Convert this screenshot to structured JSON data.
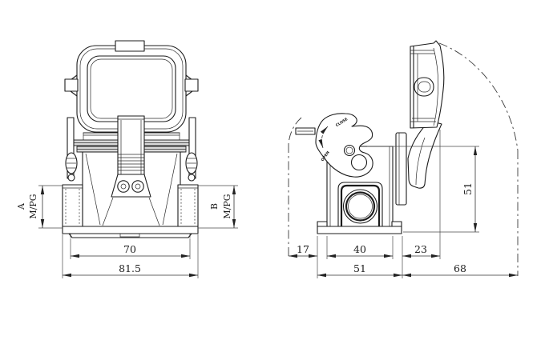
{
  "drawing": {
    "background": "#ffffff",
    "line_color": "#1c1c1c"
  },
  "front_view": {
    "entry_a": {
      "label": "A",
      "thread": "M/PG"
    },
    "entry_b": {
      "label": "B",
      "thread": "M/PG"
    },
    "dims": {
      "flange_width": "70",
      "overall_width": "81.5"
    }
  },
  "side_view": {
    "lever": {
      "close_label": "CLOSE",
      "open_label": "OPEN"
    },
    "dims": {
      "lever_overhang": "17",
      "body_depth": "40",
      "hinge_offset": "23",
      "base_depth": "51",
      "height": "51",
      "cover_swing": "68"
    }
  }
}
